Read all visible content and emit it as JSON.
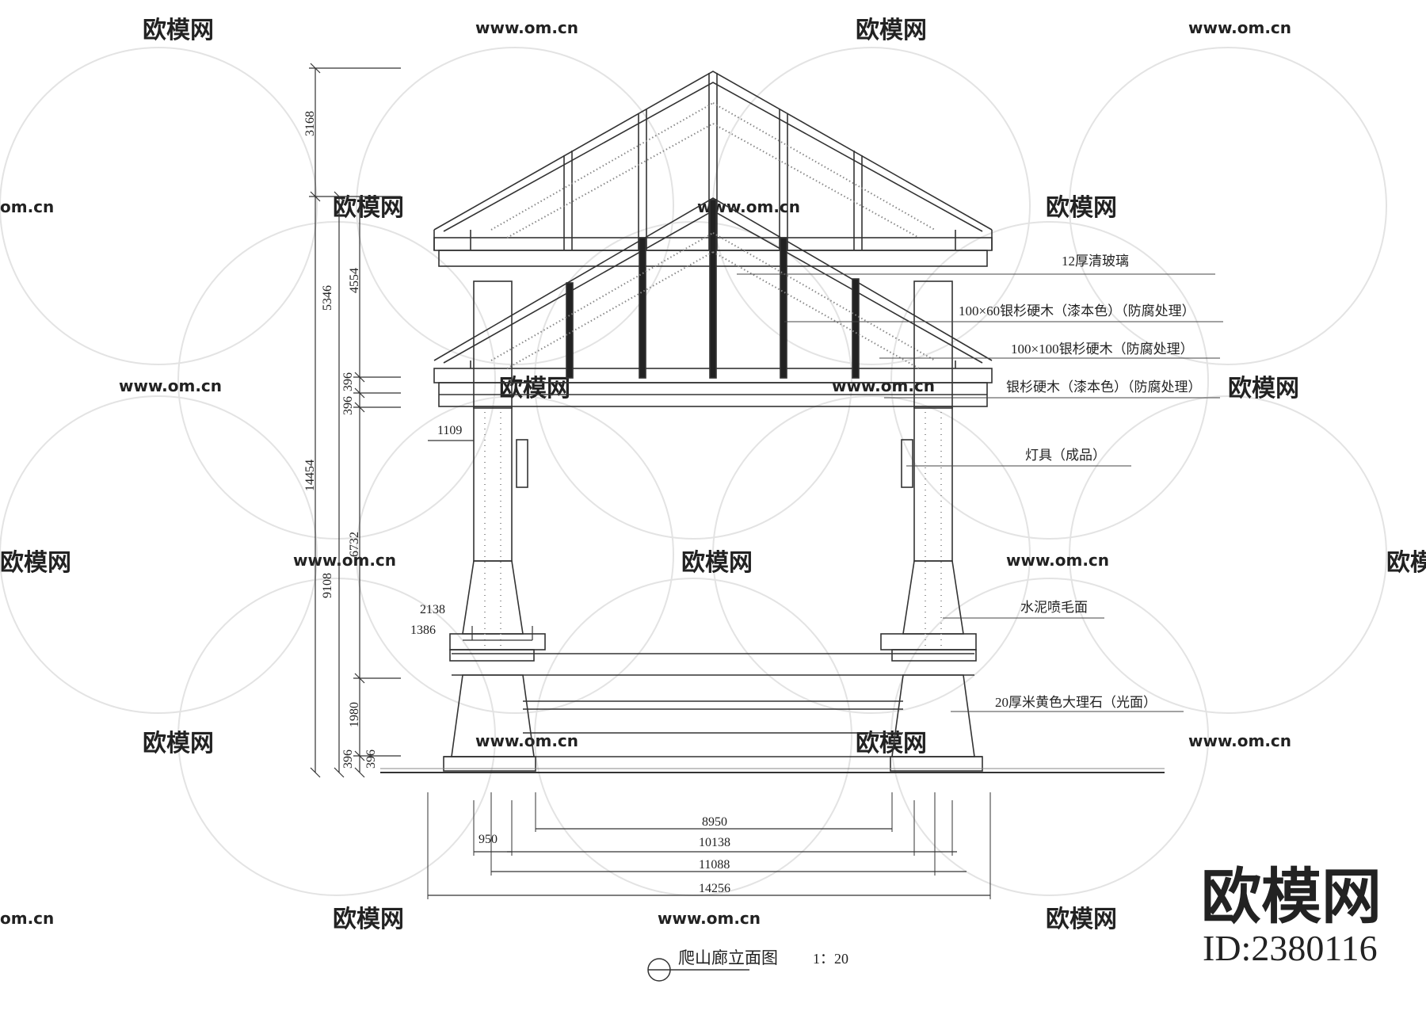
{
  "drawing": {
    "title": "爬山廊立面图",
    "scale": "1：20"
  },
  "brand": {
    "logo_text": "欧模网",
    "id_text": "ID:2380116",
    "watermark_logo": "欧模网",
    "watermark_url": "www.om.cn",
    "watermark_url_partial": "om.cn"
  },
  "annotations": [
    "12厚清玻璃",
    "100×60银杉硬木（漆本色）（防腐处理）",
    "100×100银杉硬木（防腐处理）",
    "银杉硬木（漆本色）（防腐处理）",
    "灯具（成品）",
    "水泥喷毛面",
    "20厚米黄色大理石（光面）"
  ],
  "dimensions": {
    "vertical_outer": [
      "3168",
      "5346",
      "14454",
      "9108",
      "396"
    ],
    "vertical_inner": [
      "4554",
      "396",
      "396",
      "6732",
      "1980",
      "396"
    ],
    "horizontal_bottom": [
      "8950",
      "950",
      "10138",
      "11088",
      "14256"
    ],
    "local": [
      "1109",
      "2138",
      "1386"
    ]
  },
  "colors": {
    "line": "#333333",
    "watermark": "#c8c8c8",
    "logo": "#333333"
  }
}
